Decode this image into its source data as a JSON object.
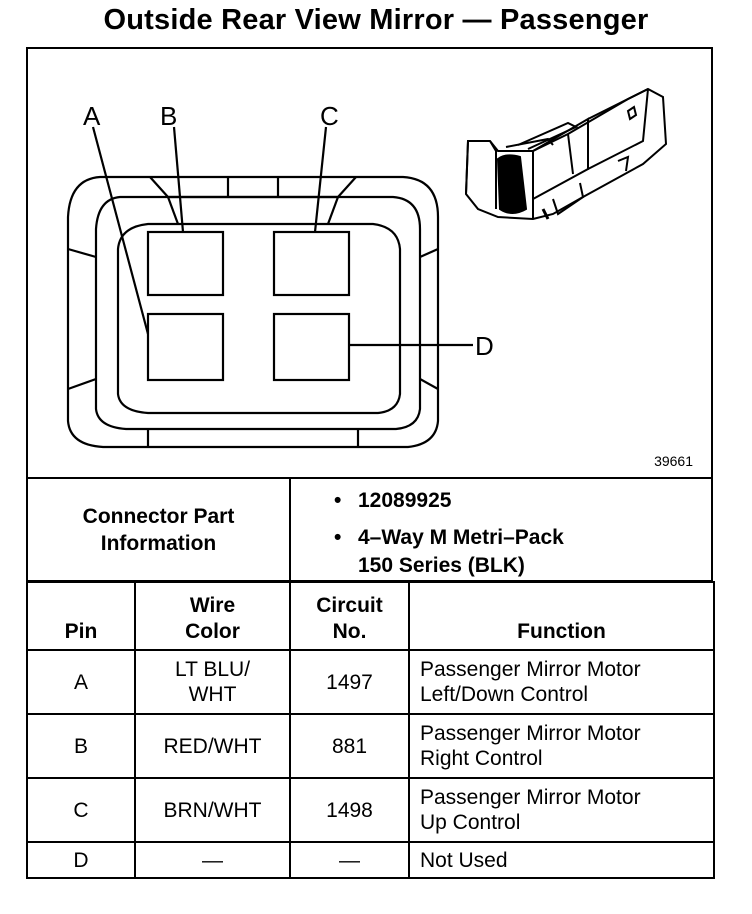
{
  "title": "Outside Rear View Mirror — Passenger",
  "figure_id": "39661",
  "pin_labels": [
    "A",
    "B",
    "C",
    "D"
  ],
  "connector": {
    "label": "Connector Part Information",
    "label_line1": "Connector Part",
    "label_line2": "Information",
    "items": [
      "12089925",
      "4–Way M Metri–Pack",
      "150 Series (BLK)"
    ]
  },
  "table": {
    "headers": {
      "pin": "Pin",
      "wire_color_1": "Wire",
      "wire_color_2": "Color",
      "circuit_1": "Circuit",
      "circuit_2": "No.",
      "function": "Function"
    },
    "rows": [
      {
        "pin": "A",
        "wire1": "LT BLU/",
        "wire2": "WHT",
        "circuit": "1497",
        "func1": "Passenger Mirror Motor",
        "func2": "Left/Down Control"
      },
      {
        "pin": "B",
        "wire1": "RED/WHT",
        "wire2": "",
        "circuit": "881",
        "func1": "Passenger Mirror Motor",
        "func2": "Right Control"
      },
      {
        "pin": "C",
        "wire1": "BRN/WHT",
        "wire2": "",
        "circuit": "1498",
        "func1": "Passenger Mirror Motor",
        "func2": "Up Control"
      },
      {
        "pin": "D",
        "wire1": "—",
        "wire2": "",
        "circuit": "—",
        "func1": "Not Used",
        "func2": ""
      }
    ]
  }
}
